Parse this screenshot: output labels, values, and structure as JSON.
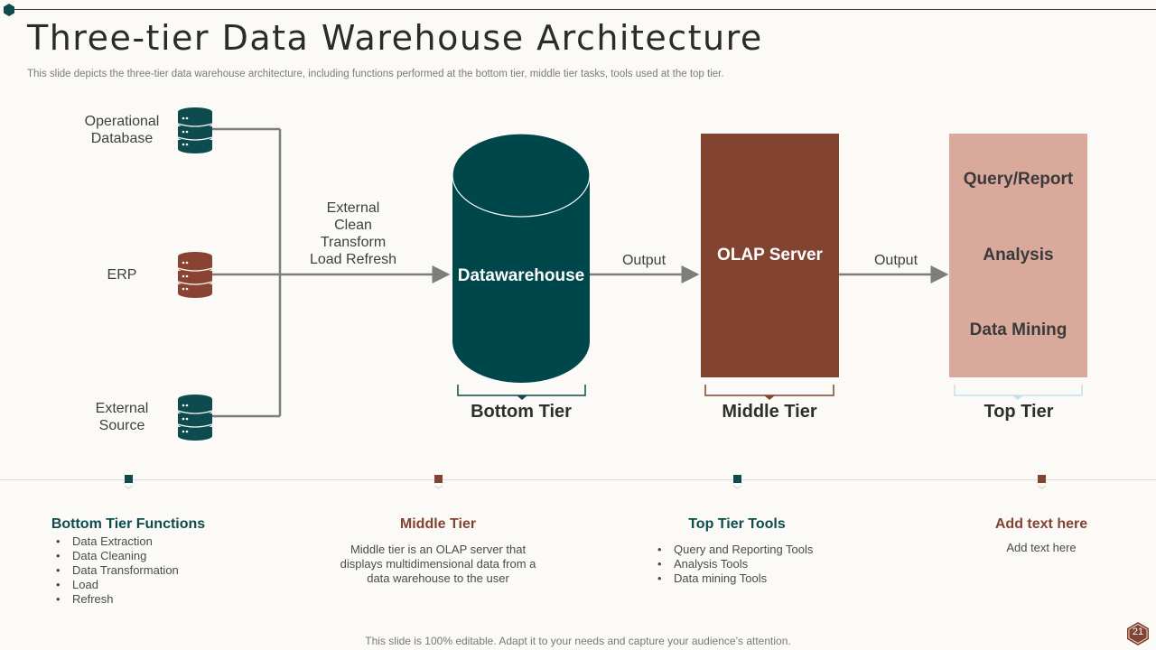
{
  "slide": {
    "title": "Three-tier Data Warehouse Architecture",
    "subtitle": "This slide depicts the three-tier data warehouse architecture, including functions performed at the bottom tier, middle tier tasks, tools used at the top tier.",
    "footer": "This slide is 100% editable. Adapt it to your needs and capture your audience’s attention.",
    "page_number": "21"
  },
  "sources": [
    {
      "label_line1": "Operational",
      "label_line2": "Database",
      "icon": "database-icon",
      "color": "#0d4b4e"
    },
    {
      "label_line1": "ERP",
      "label_line2": "",
      "icon": "database-icon",
      "color": "#8a4332"
    },
    {
      "label_line1": "External",
      "label_line2": "Source",
      "icon": "database-icon",
      "color": "#0d4b4e"
    }
  ],
  "etl_label": {
    "line1": "External",
    "line2": "Clean",
    "line3": "Transform",
    "line4": "Load Refresh"
  },
  "datawarehouse": {
    "label": "Datawarehouse",
    "color": "#00474c"
  },
  "output_labels": [
    "Output",
    "Output"
  ],
  "olap": {
    "label": "OLAP Server",
    "color": "#824331"
  },
  "top_tier_box": {
    "items": [
      "Query/Report",
      "Analysis",
      "Data Mining"
    ],
    "color": "#d9a99b"
  },
  "tiers": [
    "Bottom Tier",
    "Middle Tier",
    "Top Tier"
  ],
  "colors": {
    "teal": "#0d4b4e",
    "brown": "#824331",
    "light_blue": "#bfe3ee",
    "connector": "#7d7d7d"
  },
  "cards": [
    {
      "title": "Bottom Tier Functions",
      "title_color": "#0d4b4e",
      "bullets": [
        "Data Extraction",
        "Data Cleaning",
        "Data Transformation",
        "Load",
        "Refresh"
      ]
    },
    {
      "title": "Middle Tier",
      "title_color": "#824331",
      "text_line1": "Middle tier is an OLAP server that",
      "text_line2": "displays multidimensional data from a",
      "text_line3": "data warehouse  to the user"
    },
    {
      "title": "Top Tier Tools",
      "title_color": "#0d4b4e",
      "bullets": [
        "Query and Reporting  Tools",
        "Analysis Tools",
        "Data mining Tools"
      ]
    },
    {
      "title": "Add text  here",
      "title_color": "#824331",
      "text": "Add text here"
    }
  ]
}
